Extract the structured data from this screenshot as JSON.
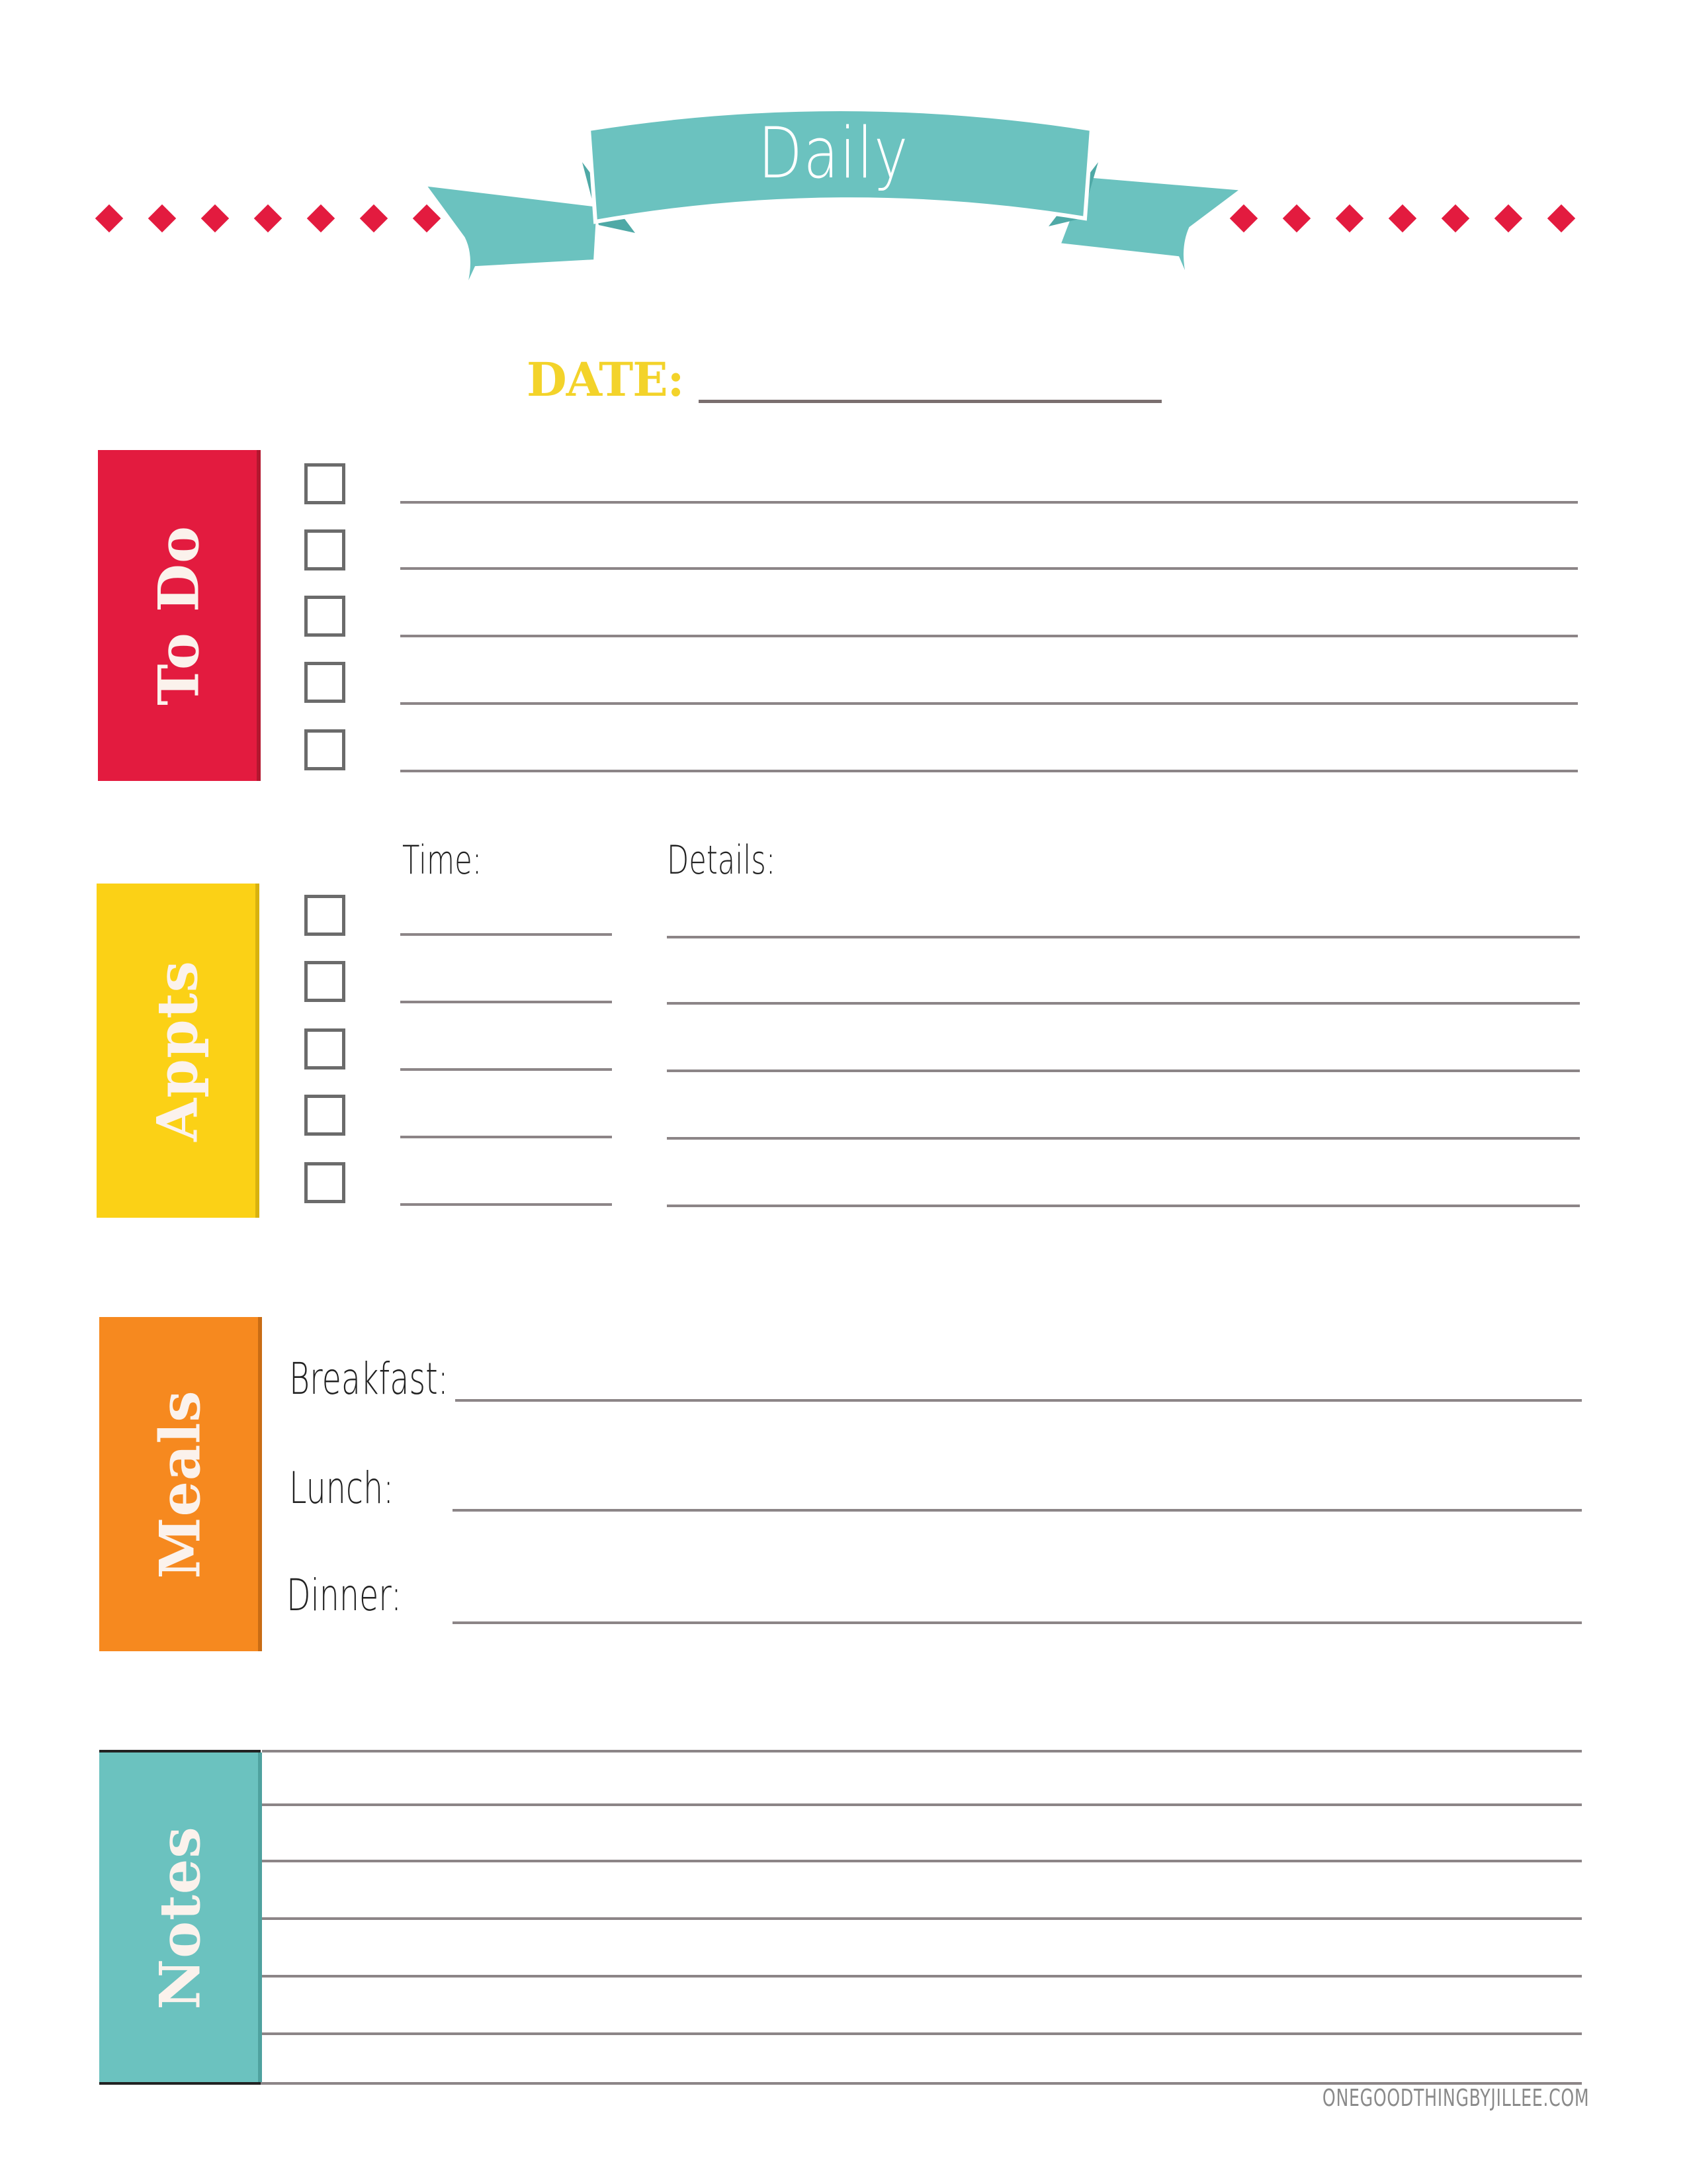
{
  "header": {
    "title": "Daily Planner",
    "banner_color": "#6bc2bf",
    "diamond_color": "#e31b3f"
  },
  "date": {
    "label": "DATE:",
    "color": "#f3d32a"
  },
  "sections": {
    "todo": {
      "label": "To Do",
      "color": "#e31b3f"
    },
    "appts": {
      "label": "Appts",
      "color": "#fbd116",
      "time_label": "Time:",
      "details_label": "Details:"
    },
    "meals": {
      "label": "Meals",
      "color": "#f6891f",
      "breakfast_label": "Breakfast:",
      "lunch_label": "Lunch:",
      "dinner_label": "Dinner:"
    },
    "notes": {
      "label": "Notes",
      "color": "#6bc2bf"
    }
  },
  "footer": {
    "credit": "ONEGOODTHINGBYJILLEE.COM"
  }
}
